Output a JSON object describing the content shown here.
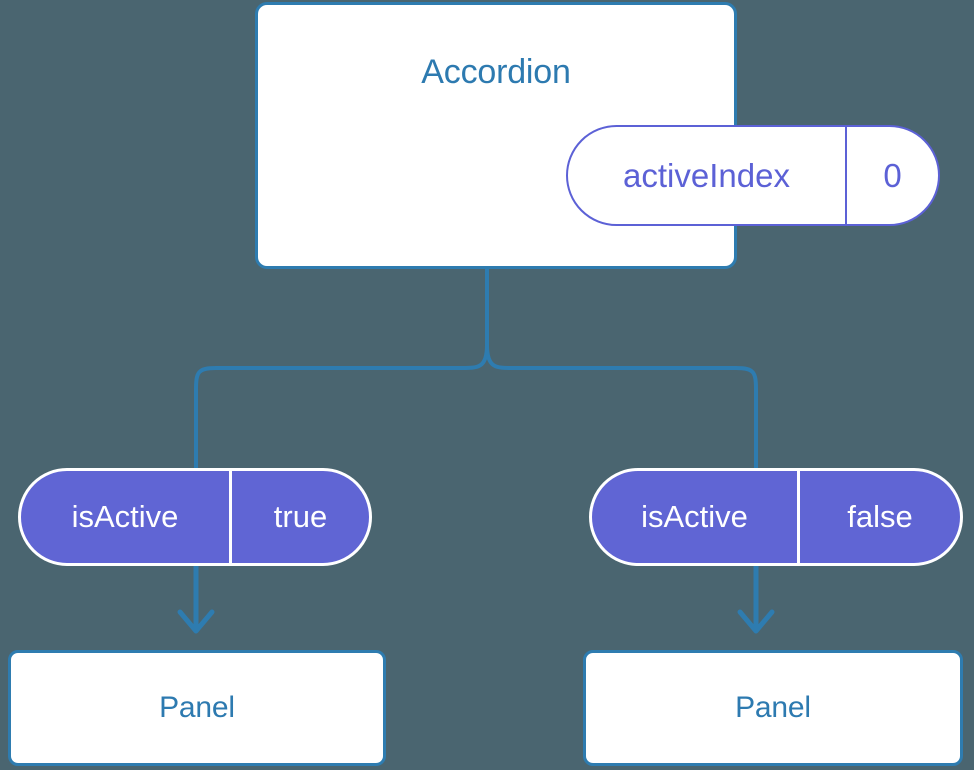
{
  "diagram": {
    "type": "component-tree",
    "background_color": "#4a6570",
    "accent_blue": "#2d7ab0",
    "accent_purple": "#6065d4",
    "root": {
      "name": "accordion-component",
      "title": "Accordion",
      "state": {
        "key": "activeIndex",
        "value": "0"
      }
    },
    "branches": [
      {
        "name": "left-branch",
        "prop": {
          "key": "isActive",
          "value": "true"
        },
        "child": {
          "title": "Panel"
        }
      },
      {
        "name": "right-branch",
        "prop": {
          "key": "isActive",
          "value": "false"
        },
        "child": {
          "title": "Panel"
        }
      }
    ]
  }
}
